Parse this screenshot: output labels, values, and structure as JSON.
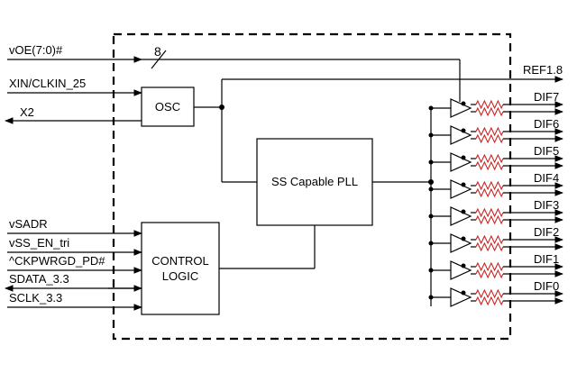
{
  "inputs": {
    "voe": "vOE(7:0)#",
    "xin": "XIN/CLKIN_25",
    "x2": "X2",
    "vsadr": "vSADR",
    "vss_en": "vSS_EN_tri",
    "ckpwrgd": "^CKPWRGD_PD#",
    "sdata": "SDATA_3.3",
    "sclk": "SCLK_3.3"
  },
  "bus_width": "8",
  "blocks": {
    "osc": "OSC",
    "pll": "SS Capable PLL",
    "control_line1": "CONTROL",
    "control_line2": "LOGIC"
  },
  "outputs": {
    "ref": "REF1.8",
    "dif": [
      "DIF7",
      "DIF6",
      "DIF5",
      "DIF4",
      "DIF3",
      "DIF2",
      "DIF1",
      "DIF0"
    ]
  },
  "colors": {
    "resistor": "#cc2222",
    "line": "#000000"
  }
}
